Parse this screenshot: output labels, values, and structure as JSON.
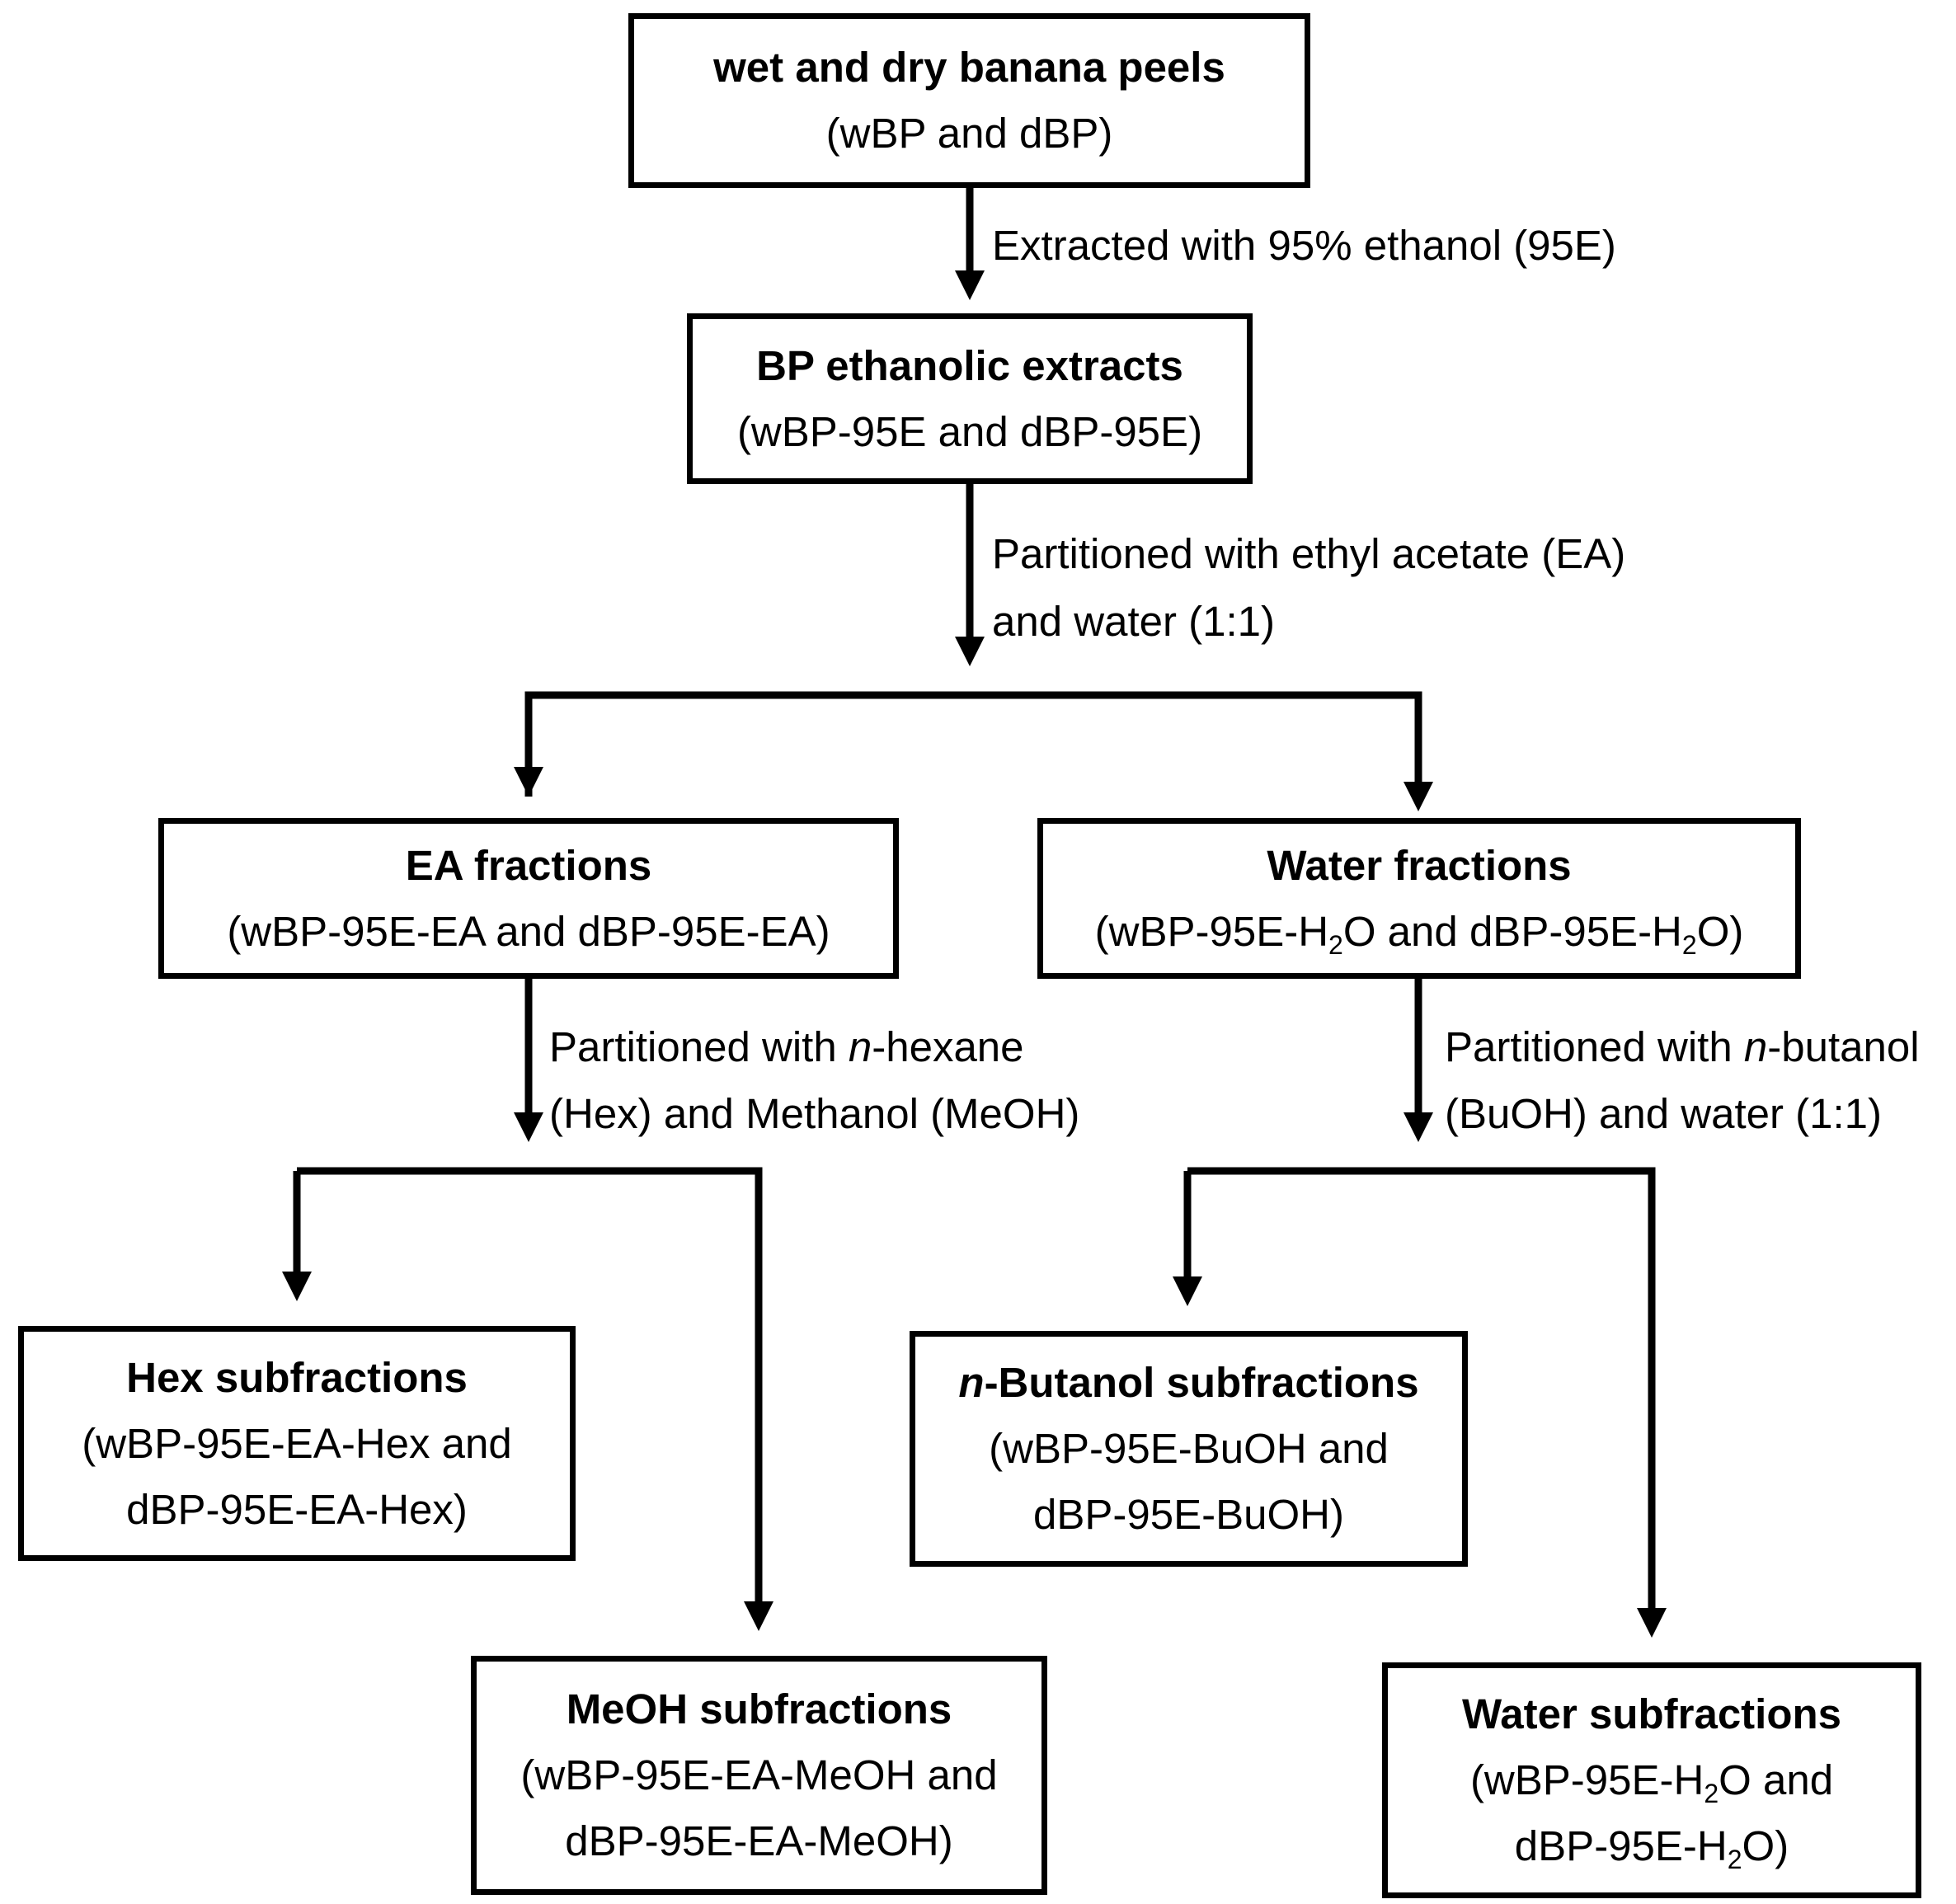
{
  "nodes": {
    "raw": {
      "title": "wet and dry banana peels",
      "sub": "(wBP and dBP)"
    },
    "ethanolic": {
      "title": "BP ethanolic extracts",
      "sub": "(wBP-95E and dBP-95E)"
    },
    "ea": {
      "title": "EA fractions",
      "sub": "(wBP-95E-EA and dBP-95E-EA)"
    },
    "water": {
      "title": "Water fractions",
      "sub_a": "(wBP-95E-H",
      "sub_b": "2",
      "sub_c": "O and dBP-95E-H",
      "sub_d": "2",
      "sub_e": "O)"
    },
    "hex": {
      "title": "Hex subfractions",
      "sub1": "(wBP-95E-EA-Hex and",
      "sub2": "dBP-95E-EA-Hex)"
    },
    "meoh": {
      "title": "MeOH subfractions",
      "sub1": "(wBP-95E-EA-MeOH and",
      "sub2": "dBP-95E-EA-MeOH)"
    },
    "butanol": {
      "title_italic": "n",
      "title_rest": "-Butanol subfractions",
      "sub1": "(wBP-95E-BuOH and",
      "sub2": "dBP-95E-BuOH)"
    },
    "water_sub": {
      "title": "Water subfractions",
      "sub1_a": "(wBP-95E-H",
      "sub1_b": "2",
      "sub1_c": "O and",
      "sub2_a": "dBP-95E-H",
      "sub2_b": "2",
      "sub2_c": "O)"
    }
  },
  "steps": {
    "extract": "Extracted with 95% ethanol (95E)",
    "partition_ea_1": "Partitioned with ethyl acetate (EA)",
    "partition_ea_2": "and water (1:1)",
    "partition_hex_1a": "Partitioned with ",
    "partition_hex_1b": "n",
    "partition_hex_1c": "-hexane",
    "partition_hex_2": "(Hex) and Methanol (MeOH)",
    "partition_buoh_1a": "Partitioned with ",
    "partition_buoh_1b": "n",
    "partition_buoh_1c": "-butanol",
    "partition_buoh_2": "(BuOH) and water (1:1)"
  }
}
